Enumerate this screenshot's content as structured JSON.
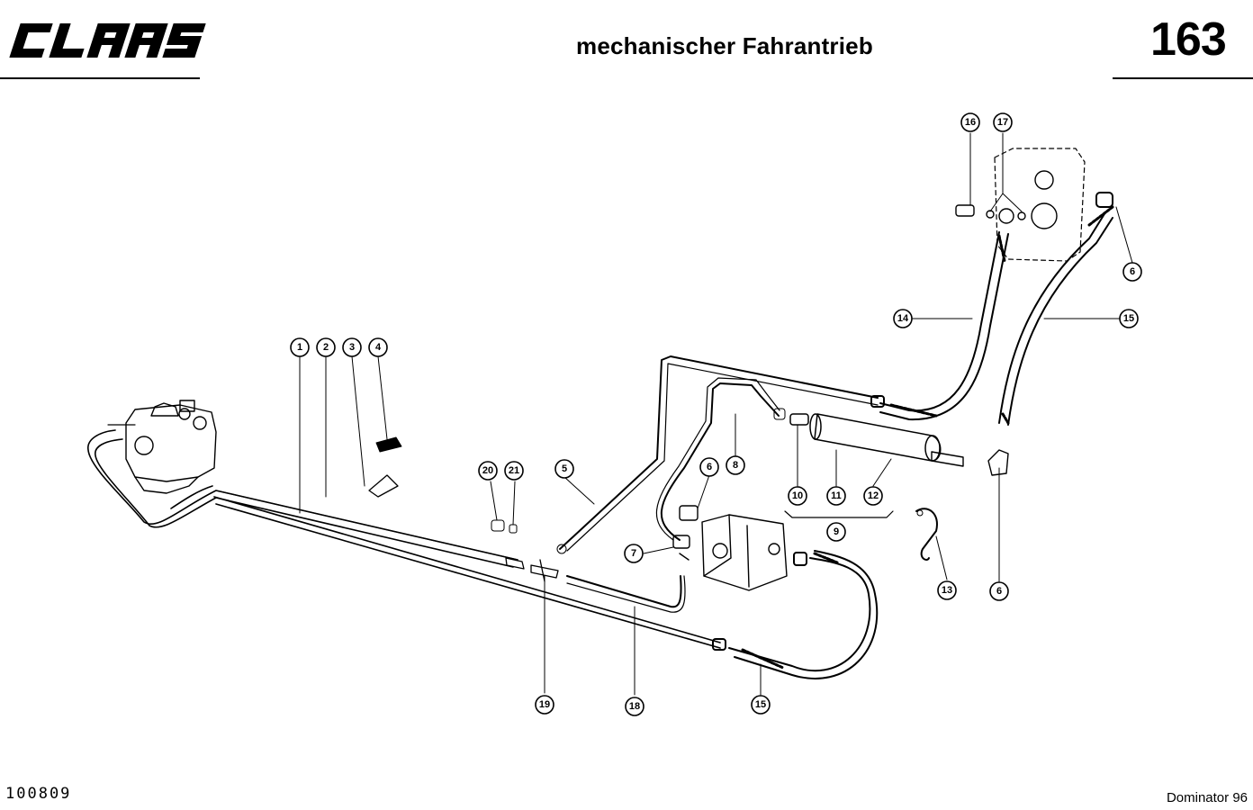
{
  "header": {
    "brand": "CLAAS",
    "title": "mechanischer Fahrantrieb",
    "page_number": "163"
  },
  "footer": {
    "document_number": "100809",
    "model": "Dominator 96"
  },
  "callouts": [
    "1",
    "2",
    "3",
    "4",
    "5",
    "6",
    "6",
    "6",
    "7",
    "8",
    "9",
    "10",
    "11",
    "12",
    "13",
    "14",
    "15",
    "15",
    "16",
    "17",
    "18",
    "19",
    "20",
    "21"
  ]
}
